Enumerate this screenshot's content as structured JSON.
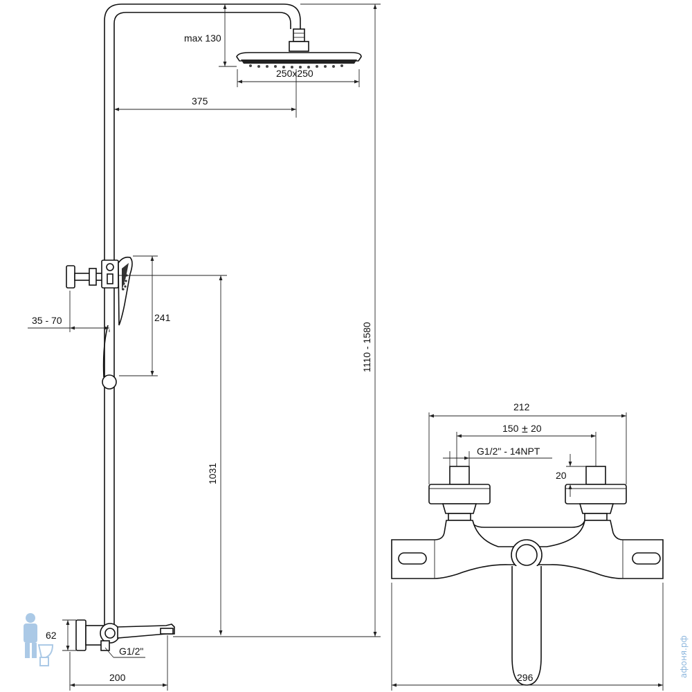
{
  "dimensions": {
    "head_height": "max 130",
    "head_size": "250x250",
    "arm_length": "375",
    "wall_offset": "35 - 70",
    "hand_shower": "241",
    "holder_height": "1031",
    "total_height": "1110 - 1580",
    "bottom_height": "62",
    "inlet_thread": "G1/2\"",
    "spout_length": "200",
    "mixer_width": "212",
    "inlet_spacing": "150",
    "inlet_tolerance": "20",
    "connector_thread": "G1/2\" - 14NPT",
    "connector_depth": "20",
    "mixer_length": "296"
  },
  "watermark": {
    "text": "афоня.рф",
    "color": "#8fb8de"
  }
}
